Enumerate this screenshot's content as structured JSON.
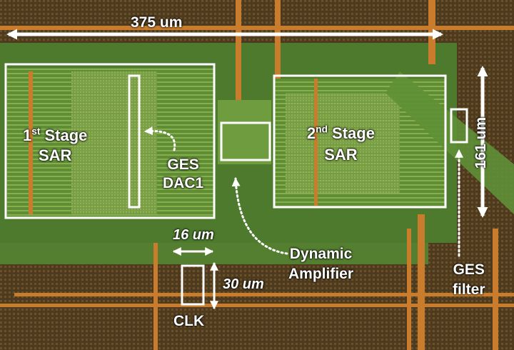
{
  "dimensions": {
    "width_label": "375 um",
    "height_label": "161 um",
    "clk_width_label": "16 um",
    "clk_height_label": "30 um"
  },
  "blocks": {
    "stage1": {
      "number": "1",
      "suffix": "st",
      "line1_rest": " Stage",
      "line2": "SAR"
    },
    "stage2": {
      "number": "2",
      "suffix": "nd",
      "line1_rest": " Stage",
      "line2": "SAR"
    }
  },
  "annotations": {
    "ges_dac": {
      "line1": "GES",
      "line2": "DAC1"
    },
    "dynamic_amp": {
      "line1": "Dynamic",
      "line2": "Amplifier"
    },
    "ges_filter": {
      "line1": "GES",
      "line2": "filter"
    },
    "clk": "CLK"
  },
  "colors": {
    "annotation": "#ffffff",
    "substrate": "#3a2a14",
    "core_green": "#5f8e35",
    "routing_orange": "#c97c2c"
  }
}
